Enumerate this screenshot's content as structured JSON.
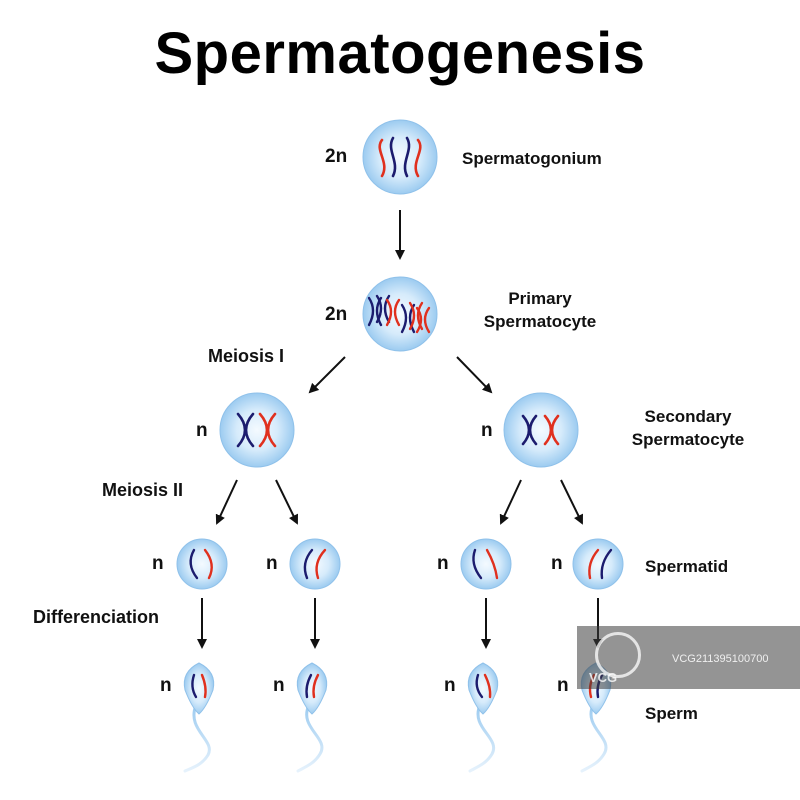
{
  "title": "Spermatogenesis",
  "ploidy": {
    "diploid": "2n",
    "haploid": "n"
  },
  "stages": {
    "spermatogonium": "Spermatogonium",
    "primary": [
      "Primary",
      "Spermatocyte"
    ],
    "secondary": [
      "Secondary",
      "Spermatocyte"
    ],
    "spermatid": "Spermatid",
    "sperm": "Sperm"
  },
  "processes": {
    "meiosis1": "Meiosis I",
    "meiosis2": "Meiosis II",
    "differentiation": "Differenciation"
  },
  "colors": {
    "cell_fill": "#c9e3f8",
    "cell_edge": "#7fb6e6",
    "maternal": "#1c1c6e",
    "paternal": "#e0301e",
    "arrow": "#111111"
  },
  "watermark": {
    "logo": "VCG",
    "id": "VCG211395100700"
  }
}
